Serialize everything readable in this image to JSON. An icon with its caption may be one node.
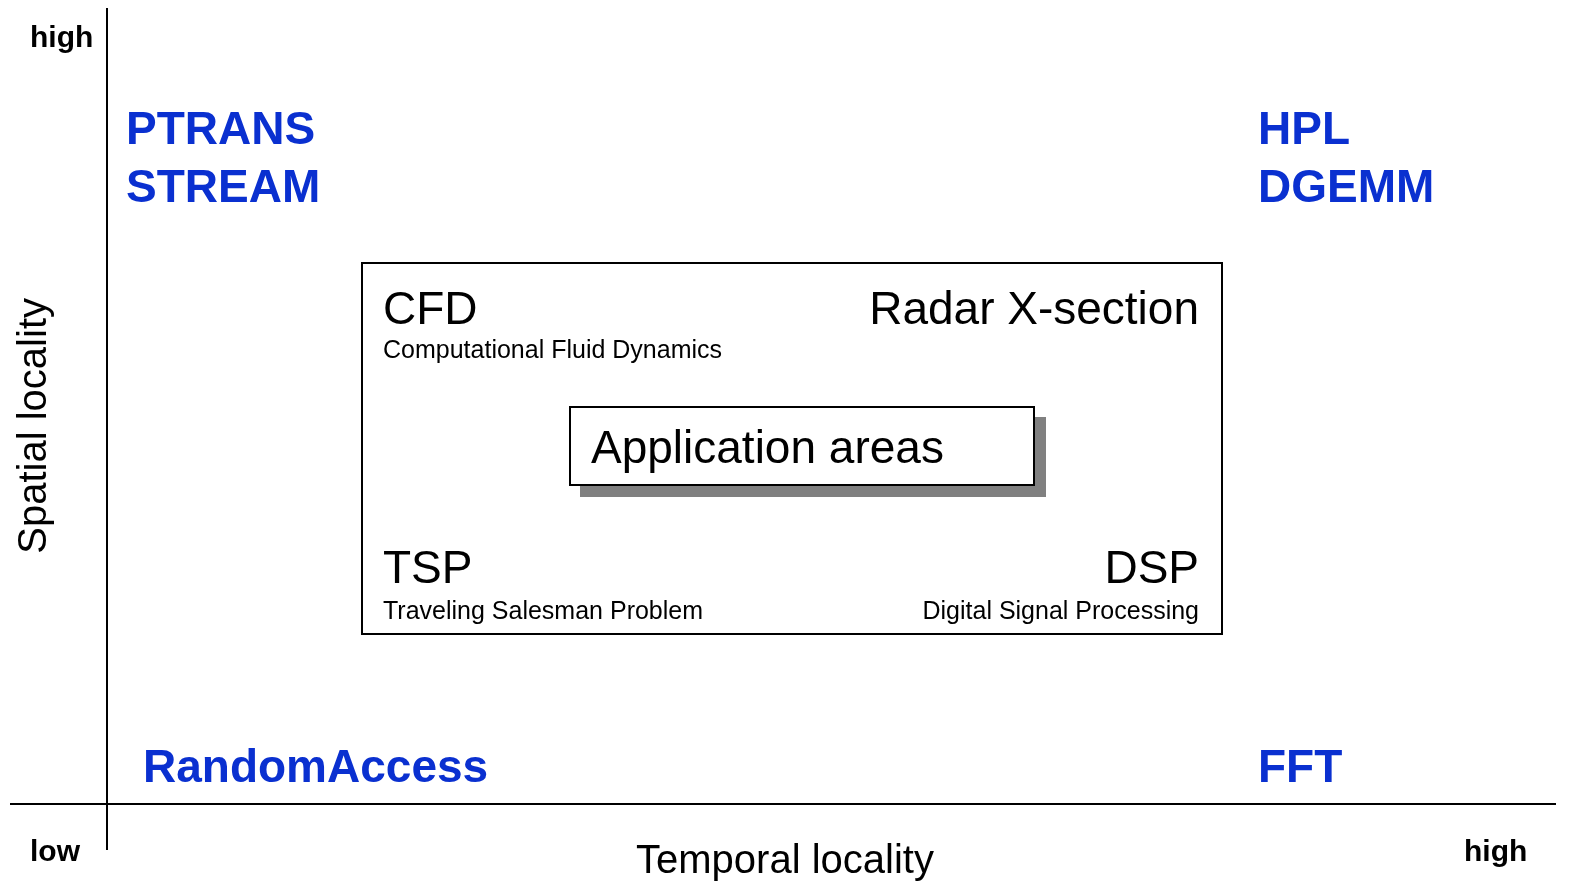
{
  "diagram": {
    "nodes": [
      {
        "text": [
          "CFD",
          "Computational Fluid Dynamics",
          "Radar X-section",
          "TSP",
          "Traveling Salesman Problem",
          "DSP",
          "Digital Signal Processing"
        ]
      },
      {
        "text": [
          "Application areas"
        ],
        "in": 0
      }
    ],
    "labels": [
      "high",
      "PTRANS",
      "STREAM",
      "HPL",
      "DGEMM",
      "Spatial locality",
      "RandomAccess",
      "FFT",
      "low",
      "Temporal locality",
      "high"
    ]
  }
}
